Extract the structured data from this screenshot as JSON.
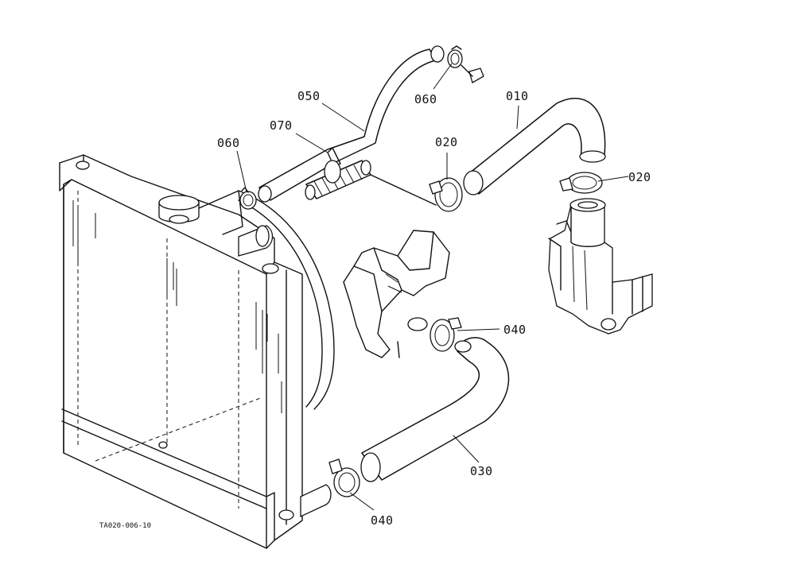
{
  "labels": {
    "p010": "010",
    "p020a": "020",
    "p020b": "020",
    "p030": "030",
    "p040a": "040",
    "p040b": "040",
    "p050": "050",
    "p060a": "060",
    "p060b": "060",
    "p070": "070"
  },
  "drawing_code": "TA020-006-10"
}
